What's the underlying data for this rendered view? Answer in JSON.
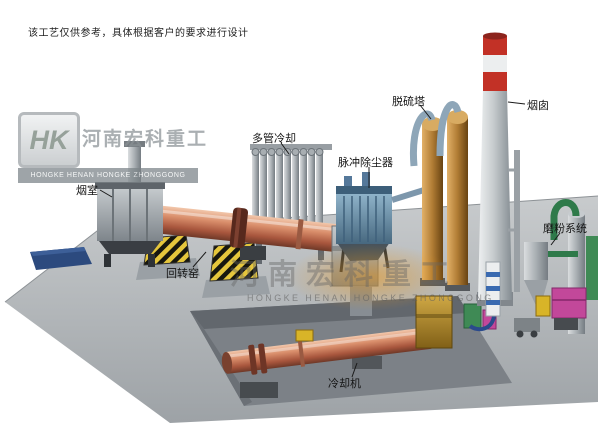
{
  "page": {
    "disclaimer": "该工艺仅供参考，具体根据客户的要求进行设计"
  },
  "logo": {
    "monogram": "HK",
    "company_cn": "河南宏科重工",
    "company_en": "HONGKE HENAN HONGKE ZHONGGONG"
  },
  "watermark": {
    "company_cn": "河南宏科重工",
    "company_en": "HONGKE HENAN HONGKE ZHONGGONG"
  },
  "equipment_labels": {
    "smoke_chamber": "烟室",
    "multi_tube_cooler": "多管冷却",
    "pulse_dust_collector": "脉冲除尘器",
    "desulfurization_tower": "脱硫塔",
    "chimney": "烟囱",
    "grinding_system": "磨粉系统",
    "rotary_kiln": "回转窑",
    "cooling_machine": "冷却机"
  },
  "colors": {
    "kiln_salmon": "#c8795c",
    "ground_gray": "#b2b6b9",
    "chimney_band_red": "#c23126",
    "dust_collector_blue": "#5d86a4",
    "tower_tan": "#b07c34",
    "hazard_yellow": "#e5c63c",
    "accent_green": "#3f8a55",
    "accent_magenta": "#c2489a",
    "pad_blue": "#2c4a7e"
  }
}
